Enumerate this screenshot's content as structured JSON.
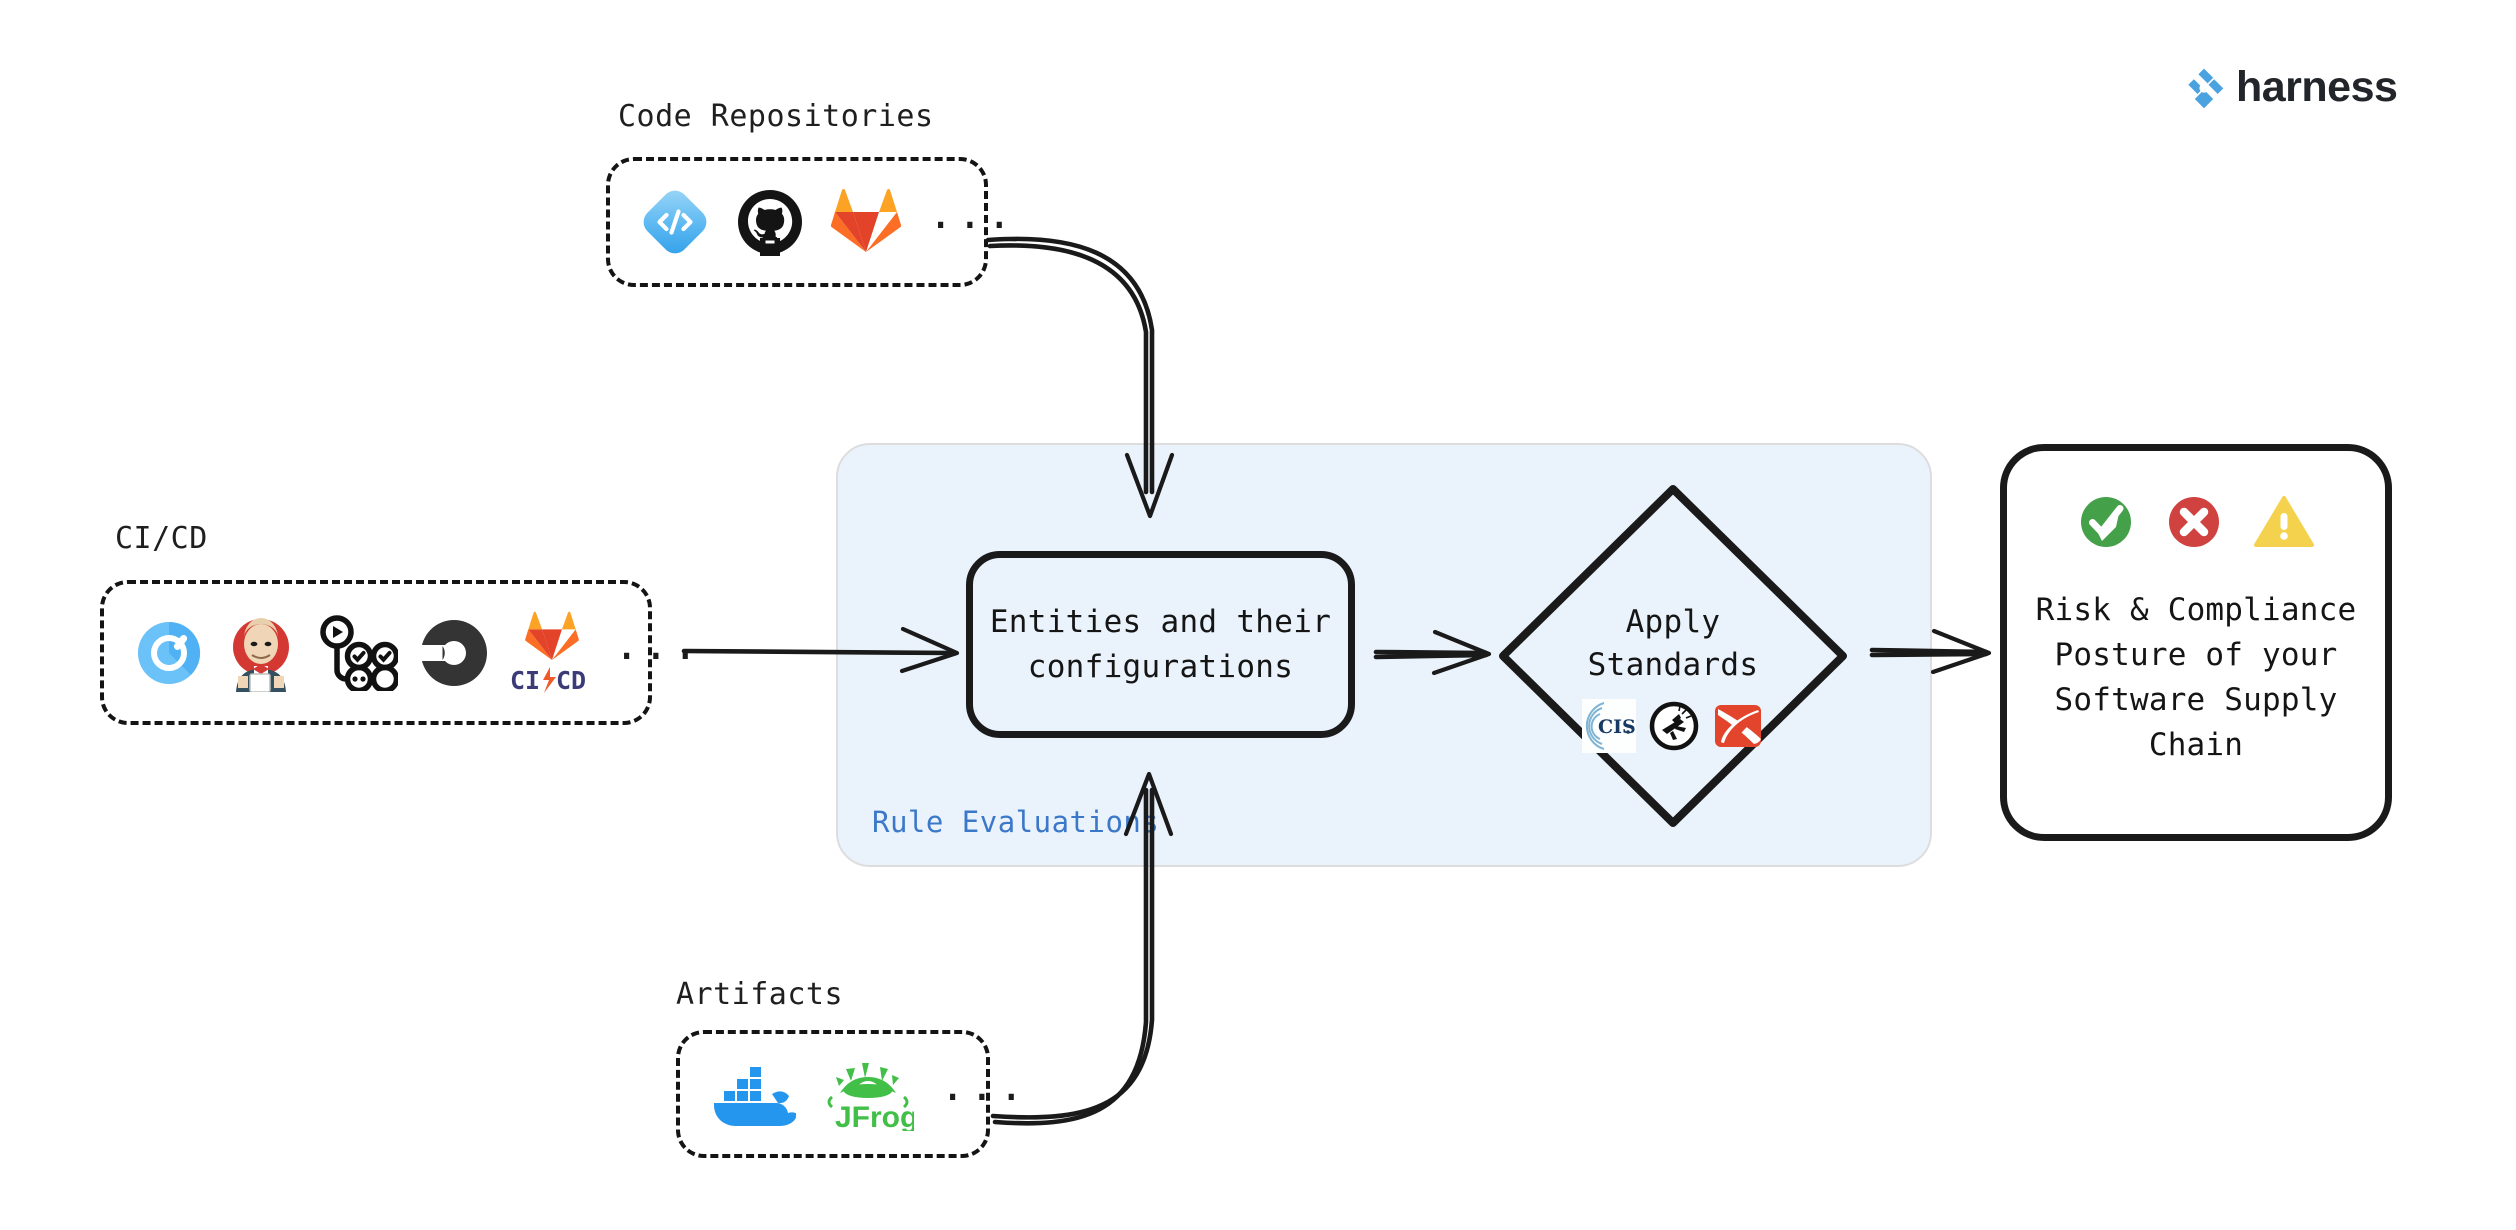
{
  "brand": {
    "name": "harness",
    "logo_icon": "harness-diamond-logo-icon",
    "logo_color": "#4aa3e0"
  },
  "groups": [
    {
      "id": "code-repositories",
      "label": "Code Repositories",
      "ellipsis": "...",
      "icons": [
        {
          "name": "harness-code-icon",
          "color": "#4eb4f0"
        },
        {
          "name": "github-icon",
          "color": "#111111"
        },
        {
          "name": "gitlab-icon",
          "color": "#e24329"
        }
      ]
    },
    {
      "id": "ci-cd",
      "label": "CI/CD",
      "ellipsis": "...",
      "icons": [
        {
          "name": "harness-ci-icon",
          "color": "#3fa4f5"
        },
        {
          "name": "jenkins-icon",
          "color": "#d33833"
        },
        {
          "name": "github-actions-icon",
          "color": "#111111"
        },
        {
          "name": "circleci-icon",
          "color": "#343434"
        },
        {
          "name": "gitlab-cicd-icon",
          "color": "#e24329"
        }
      ]
    },
    {
      "id": "artifacts",
      "label": "Artifacts",
      "ellipsis": "...",
      "icons": [
        {
          "name": "docker-icon",
          "color": "#2496ed"
        },
        {
          "name": "jfrog-icon",
          "color": "#41bf47"
        }
      ]
    }
  ],
  "rule_panel": {
    "label": "Rule Evaluations",
    "label_color": "#3c78c8",
    "background_color": "#eaf3fc"
  },
  "entities_node": {
    "label": "Entities and their\nconfigurations"
  },
  "standards_node": {
    "label": "Apply\nStandards",
    "icons": [
      {
        "name": "cis-benchmarks-icon",
        "color": "#1c3f६6"
      },
      {
        "name": "slsa-icon",
        "color": "#111111"
      },
      {
        "name": "owasp-icon",
        "color": "#e2452b"
      }
    ]
  },
  "outcome_node": {
    "label": "Risk & Compliance\nPosture of your\nSoftware Supply\nChain",
    "icons": [
      {
        "name": "check-circle-icon",
        "color": "#45a04a"
      },
      {
        "name": "error-circle-icon",
        "color": "#cf4240"
      },
      {
        "name": "warning-triangle-icon",
        "color": "#f5d24e"
      }
    ]
  },
  "connectors": [
    {
      "name": "arrow-code-repositories-to-entities",
      "from": "code-repositories",
      "to": "entities-node",
      "style": "curved"
    },
    {
      "name": "arrow-cicd-to-entities",
      "from": "ci-cd",
      "to": "entities-node",
      "style": "straight"
    },
    {
      "name": "arrow-artifacts-to-entities",
      "from": "artifacts",
      "to": "entities-node",
      "style": "curved"
    },
    {
      "name": "arrow-entities-to-standards",
      "from": "entities-node",
      "to": "standards-node",
      "style": "straight"
    },
    {
      "name": "arrow-standards-to-outcome",
      "from": "standards-node",
      "to": "outcome-node",
      "style": "straight"
    }
  ]
}
